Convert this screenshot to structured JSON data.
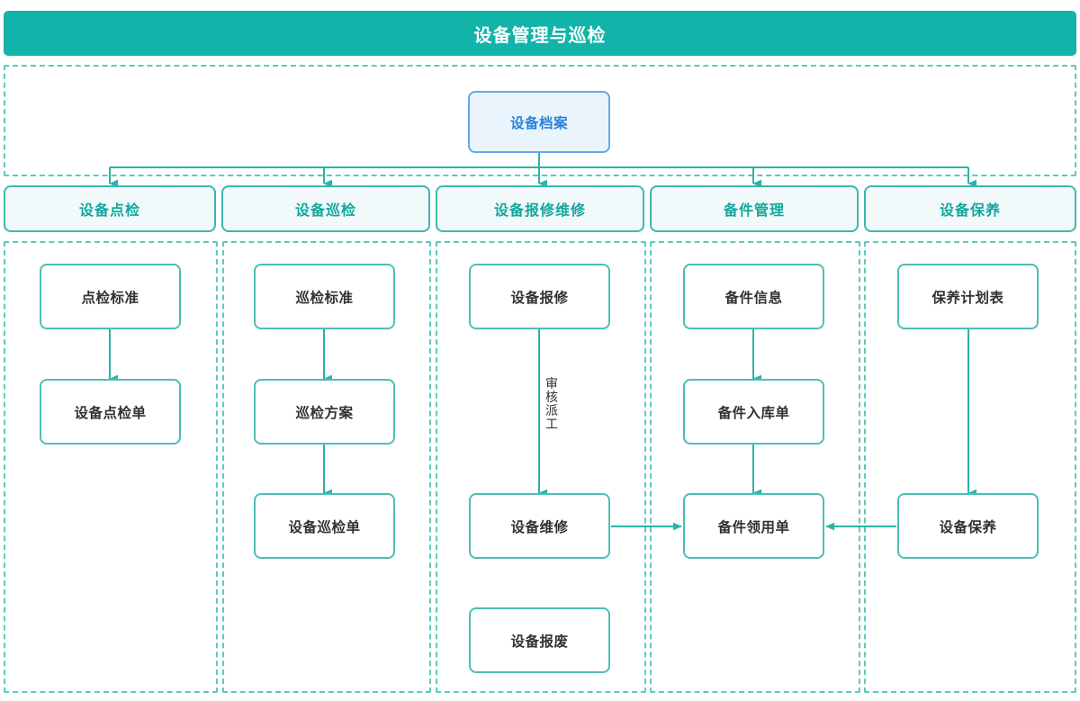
{
  "header": {
    "title": "设备管理与巡检",
    "background_color": "#12b3a8",
    "text_color": "#ffffff"
  },
  "theme": {
    "accent_teal": "#12b3a8",
    "node_border": "#4dbfb4",
    "dashed_border": "#5cc9bd",
    "category_fill": "#f2f9fb",
    "category_text": "#13a79c",
    "root_fill": "#e9f4fd",
    "root_border": "#62a9e8",
    "root_text": "#2a82db",
    "node_text": "#303133"
  },
  "root": {
    "label": "设备档案"
  },
  "columns": [
    {
      "id": "equipment-spot-check",
      "header": "设备点检",
      "nodes": [
        {
          "label": "点检标准"
        },
        {
          "label": "设备点检单"
        }
      ]
    },
    {
      "id": "equipment-inspection",
      "header": "设备巡检",
      "nodes": [
        {
          "label": "巡检标准"
        },
        {
          "label": "巡检方案"
        },
        {
          "label": "设备巡检单"
        }
      ]
    },
    {
      "id": "equipment-repair",
      "header": "设备报修维修",
      "nodes": [
        {
          "label": "设备报修"
        },
        {
          "label": "设备维修"
        },
        {
          "label": "设备报废"
        }
      ]
    },
    {
      "id": "spare-parts",
      "header": "备件管理",
      "nodes": [
        {
          "label": "备件信息"
        },
        {
          "label": "备件入库单"
        },
        {
          "label": "备件领用单"
        }
      ]
    },
    {
      "id": "equipment-maintenance",
      "header": "设备保养",
      "nodes": [
        {
          "label": "保养计划表"
        },
        {
          "label": "设备保养"
        }
      ]
    }
  ],
  "edge_labels": {
    "review_dispatch": "审核派工"
  }
}
